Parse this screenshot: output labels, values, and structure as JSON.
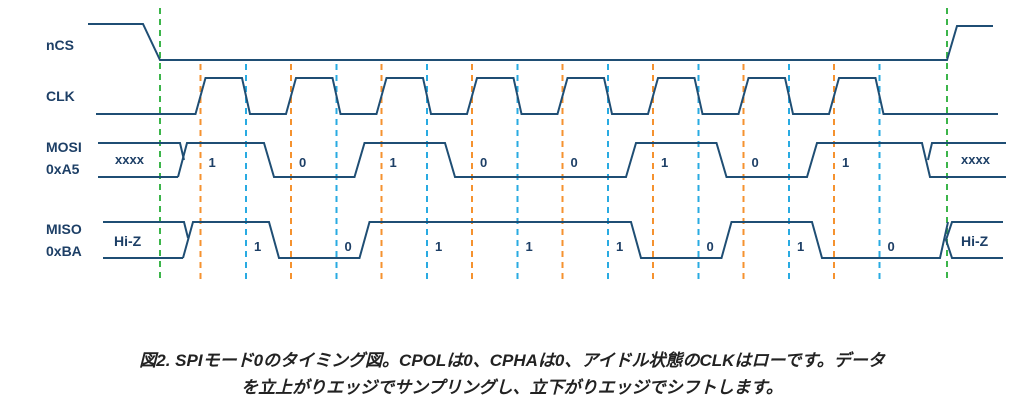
{
  "signals": {
    "ncs": {
      "name": "nCS"
    },
    "clk": {
      "name": "CLK"
    },
    "mosi": {
      "name": "MOSI",
      "value": "0xA5",
      "idle_left": "xxxx",
      "idle_right": "xxxx",
      "bits": [
        "1",
        "0",
        "1",
        "0",
        "0",
        "1",
        "0",
        "1"
      ]
    },
    "miso": {
      "name": "MISO",
      "value": "0xBA",
      "idle_left": "Hi-Z",
      "idle_right": "Hi-Z",
      "bits": [
        "1",
        "0",
        "1",
        "1",
        "1",
        "0",
        "1",
        "0"
      ]
    }
  },
  "clock_cycles": 8,
  "colors": {
    "wave": "#1f4e74",
    "sample_edge": "#f5922f",
    "shift_edge": "#29abe2",
    "cs_edge": "#3cb54a",
    "text": "#1d3f66"
  },
  "caption": {
    "line1": "図2. SPIモード0のタイミング図。CPOLは0、CPHAは0、アイドル状態のCLKはローです。データ",
    "line2": "を立上がりエッジでサンプリングし、立下がりエッジでシフトします。"
  }
}
